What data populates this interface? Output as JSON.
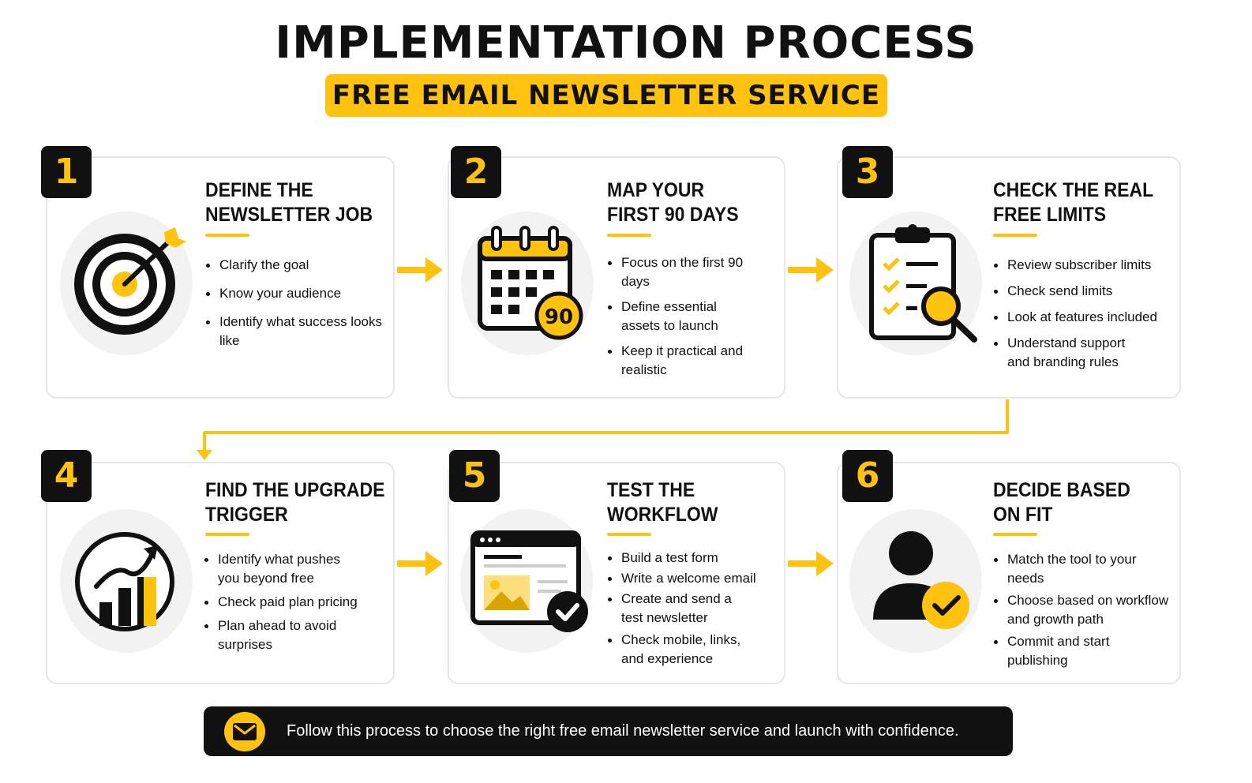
{
  "header": {
    "title": "IMPLEMENTATION PROCESS",
    "subtitle": "FREE EMAIL NEWSLETTER SERVICE"
  },
  "colors": {
    "accent": "#FFC20E",
    "dark": "#111111",
    "card_border": "#e6e6e6",
    "icon_bg": "#f2f2f2"
  },
  "steps": [
    {
      "number": "1",
      "title_lines": [
        "DEFINE THE",
        "NEWSLETTER JOB"
      ],
      "icon": "target-icon",
      "bullets": [
        "Clarify the goal",
        "Know your audience",
        "Identify what success looks like"
      ]
    },
    {
      "number": "2",
      "title_lines": [
        "MAP YOUR",
        "FIRST 90 DAYS"
      ],
      "icon": "calendar-icon",
      "icon_badge": "90",
      "bullets": [
        "Focus on the first 90 days",
        "Define essential assets to launch",
        "Keep it practical and realistic"
      ]
    },
    {
      "number": "3",
      "title_lines": [
        "CHECK THE REAL",
        "FREE LIMITS"
      ],
      "icon": "clipboard-magnifier-icon",
      "bullets": [
        "Review subscriber limits",
        "Check send limits",
        "Look at features included",
        "Understand support and branding rules"
      ]
    },
    {
      "number": "4",
      "title_lines": [
        "FIND THE UPGRADE",
        "TRIGGER"
      ],
      "icon": "growth-chart-icon",
      "bullets": [
        "Identify what pushes you beyond free",
        "Check paid plan pricing",
        "Plan ahead to avoid surprises"
      ]
    },
    {
      "number": "5",
      "title_lines": [
        "TEST THE",
        "WORKFLOW"
      ],
      "icon": "browser-check-icon",
      "bullets": [
        "Build a test form",
        "Write a welcome email",
        "Create and send a test newsletter",
        "Check mobile, links, and experience"
      ]
    },
    {
      "number": "6",
      "title_lines": [
        "DECIDE BASED",
        "ON FIT"
      ],
      "icon": "user-check-icon",
      "bullets": [
        "Match the tool to your needs",
        "Choose based on workflow and growth path",
        "Commit and start publishing"
      ]
    }
  ],
  "footer": {
    "icon": "envelope-icon",
    "text": "Follow this process to choose the right free email newsletter service and launch with confidence."
  }
}
